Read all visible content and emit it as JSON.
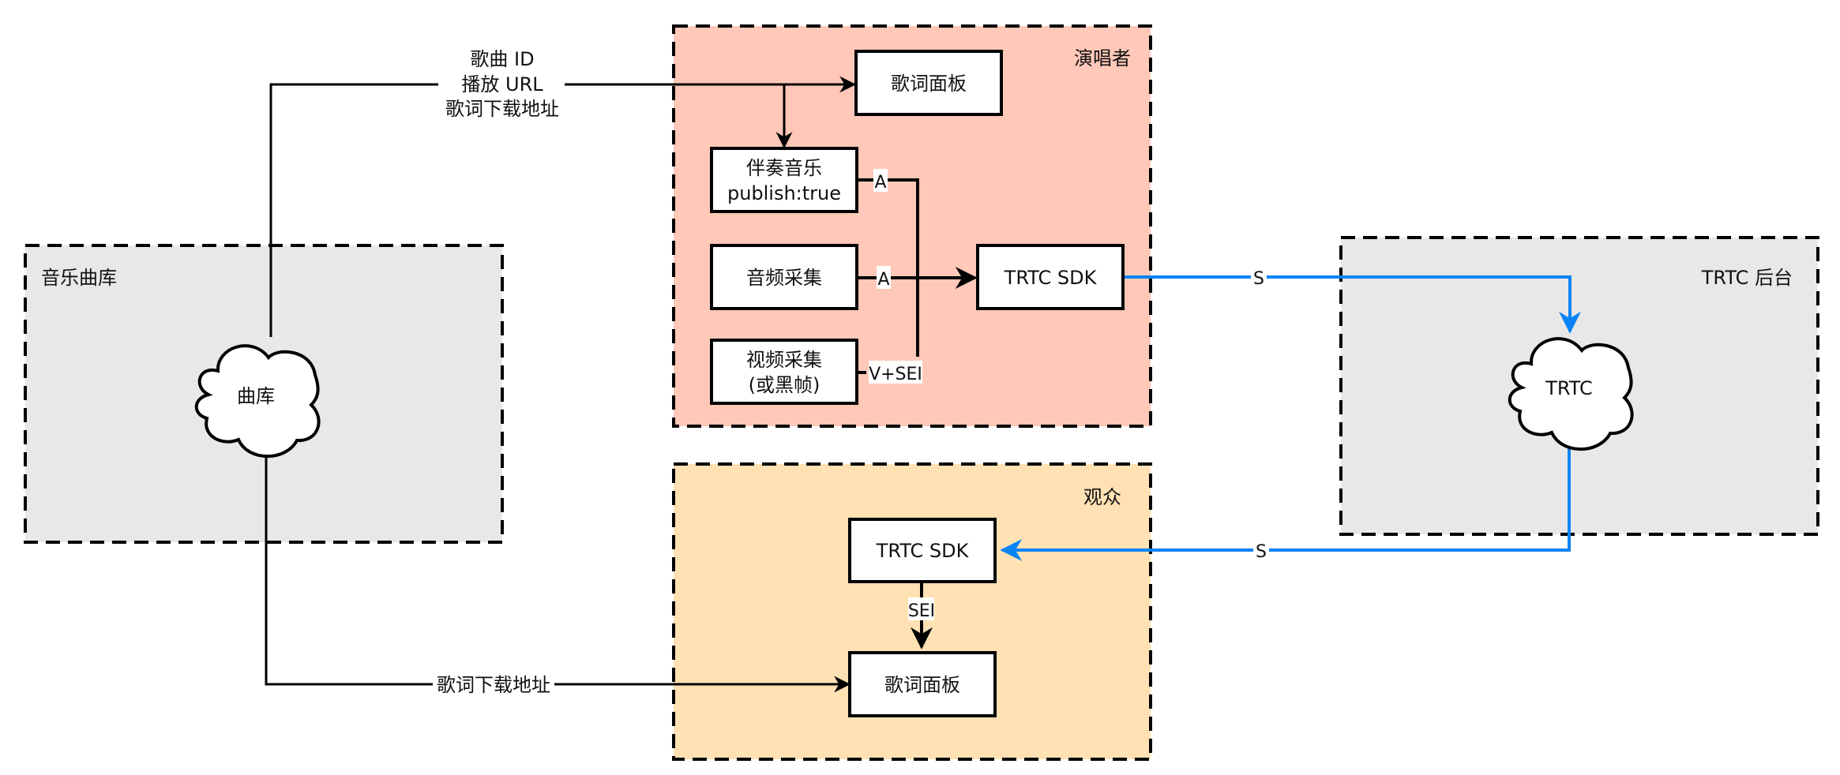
{
  "colors": {
    "singer_region": "#ffc8b8",
    "audience_region": "#ffe1b3",
    "gray_region": "#e8e8e8",
    "signal_blue": "#0a84f5"
  },
  "regions": {
    "music_library": {
      "label": "音乐曲库"
    },
    "singer": {
      "label": "演唱者"
    },
    "audience": {
      "label": "观众"
    },
    "trtc_backend": {
      "label": "TRTC 后台"
    }
  },
  "nodes": {
    "library_cloud": {
      "label": "曲库"
    },
    "trtc_cloud": {
      "label": "TRTC"
    },
    "singer_lyrics_panel": {
      "label": "歌词面板"
    },
    "accompaniment": {
      "line1": "伴奏音乐",
      "line2": "publish:true"
    },
    "audio_capture": {
      "label": "音频采集"
    },
    "video_capture": {
      "line1": "视频采集",
      "line2": "(或黑帧)"
    },
    "singer_sdk": {
      "label": "TRTC SDK"
    },
    "audience_sdk": {
      "label": "TRTC SDK"
    },
    "audience_lyrics_panel": {
      "label": "歌词面板"
    }
  },
  "edges": {
    "library_to_singer": {
      "line1": "歌曲 ID",
      "line2": "播放 URL",
      "line3": "歌词下载地址"
    },
    "library_to_audience": {
      "label": "歌词下载地址"
    },
    "accompaniment_to_sdk": {
      "label": "A"
    },
    "audio_to_sdk": {
      "label": "A"
    },
    "video_to_sdk": {
      "label": "V+SEI"
    },
    "singer_sdk_to_cloud": {
      "label": "S"
    },
    "cloud_to_audience_sdk": {
      "label": "S"
    },
    "audience_sdk_to_lyrics": {
      "label": "SEI"
    }
  }
}
